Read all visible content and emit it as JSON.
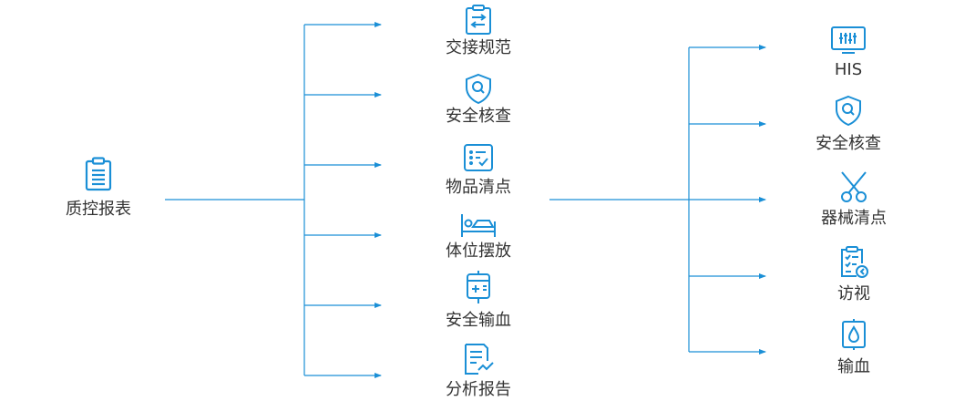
{
  "colors": {
    "accent": "#1a8fd6",
    "line": "#1a8fd6",
    "text": "#333333"
  },
  "root": {
    "label": "质控报表",
    "icon": "clipboard-icon"
  },
  "middle": [
    {
      "label": "交接规范",
      "icon": "handover-transfer-icon"
    },
    {
      "label": "安全核查",
      "icon": "shield-search-icon"
    },
    {
      "label": "物品清点",
      "icon": "checklist-icon"
    },
    {
      "label": "体位摆放",
      "icon": "patient-bed-icon"
    },
    {
      "label": "安全输血",
      "icon": "blood-bag-icon"
    },
    {
      "label": "分析报告",
      "icon": "report-chart-icon"
    }
  ],
  "right": [
    {
      "label": "HIS",
      "icon": "monitor-sliders-icon"
    },
    {
      "label": "安全核查",
      "icon": "shield-search-icon"
    },
    {
      "label": "器械清点",
      "icon": "scissors-icon"
    },
    {
      "label": "访视",
      "icon": "visit-clipboard-icon"
    },
    {
      "label": "输血",
      "icon": "blood-drop-icon"
    }
  ]
}
